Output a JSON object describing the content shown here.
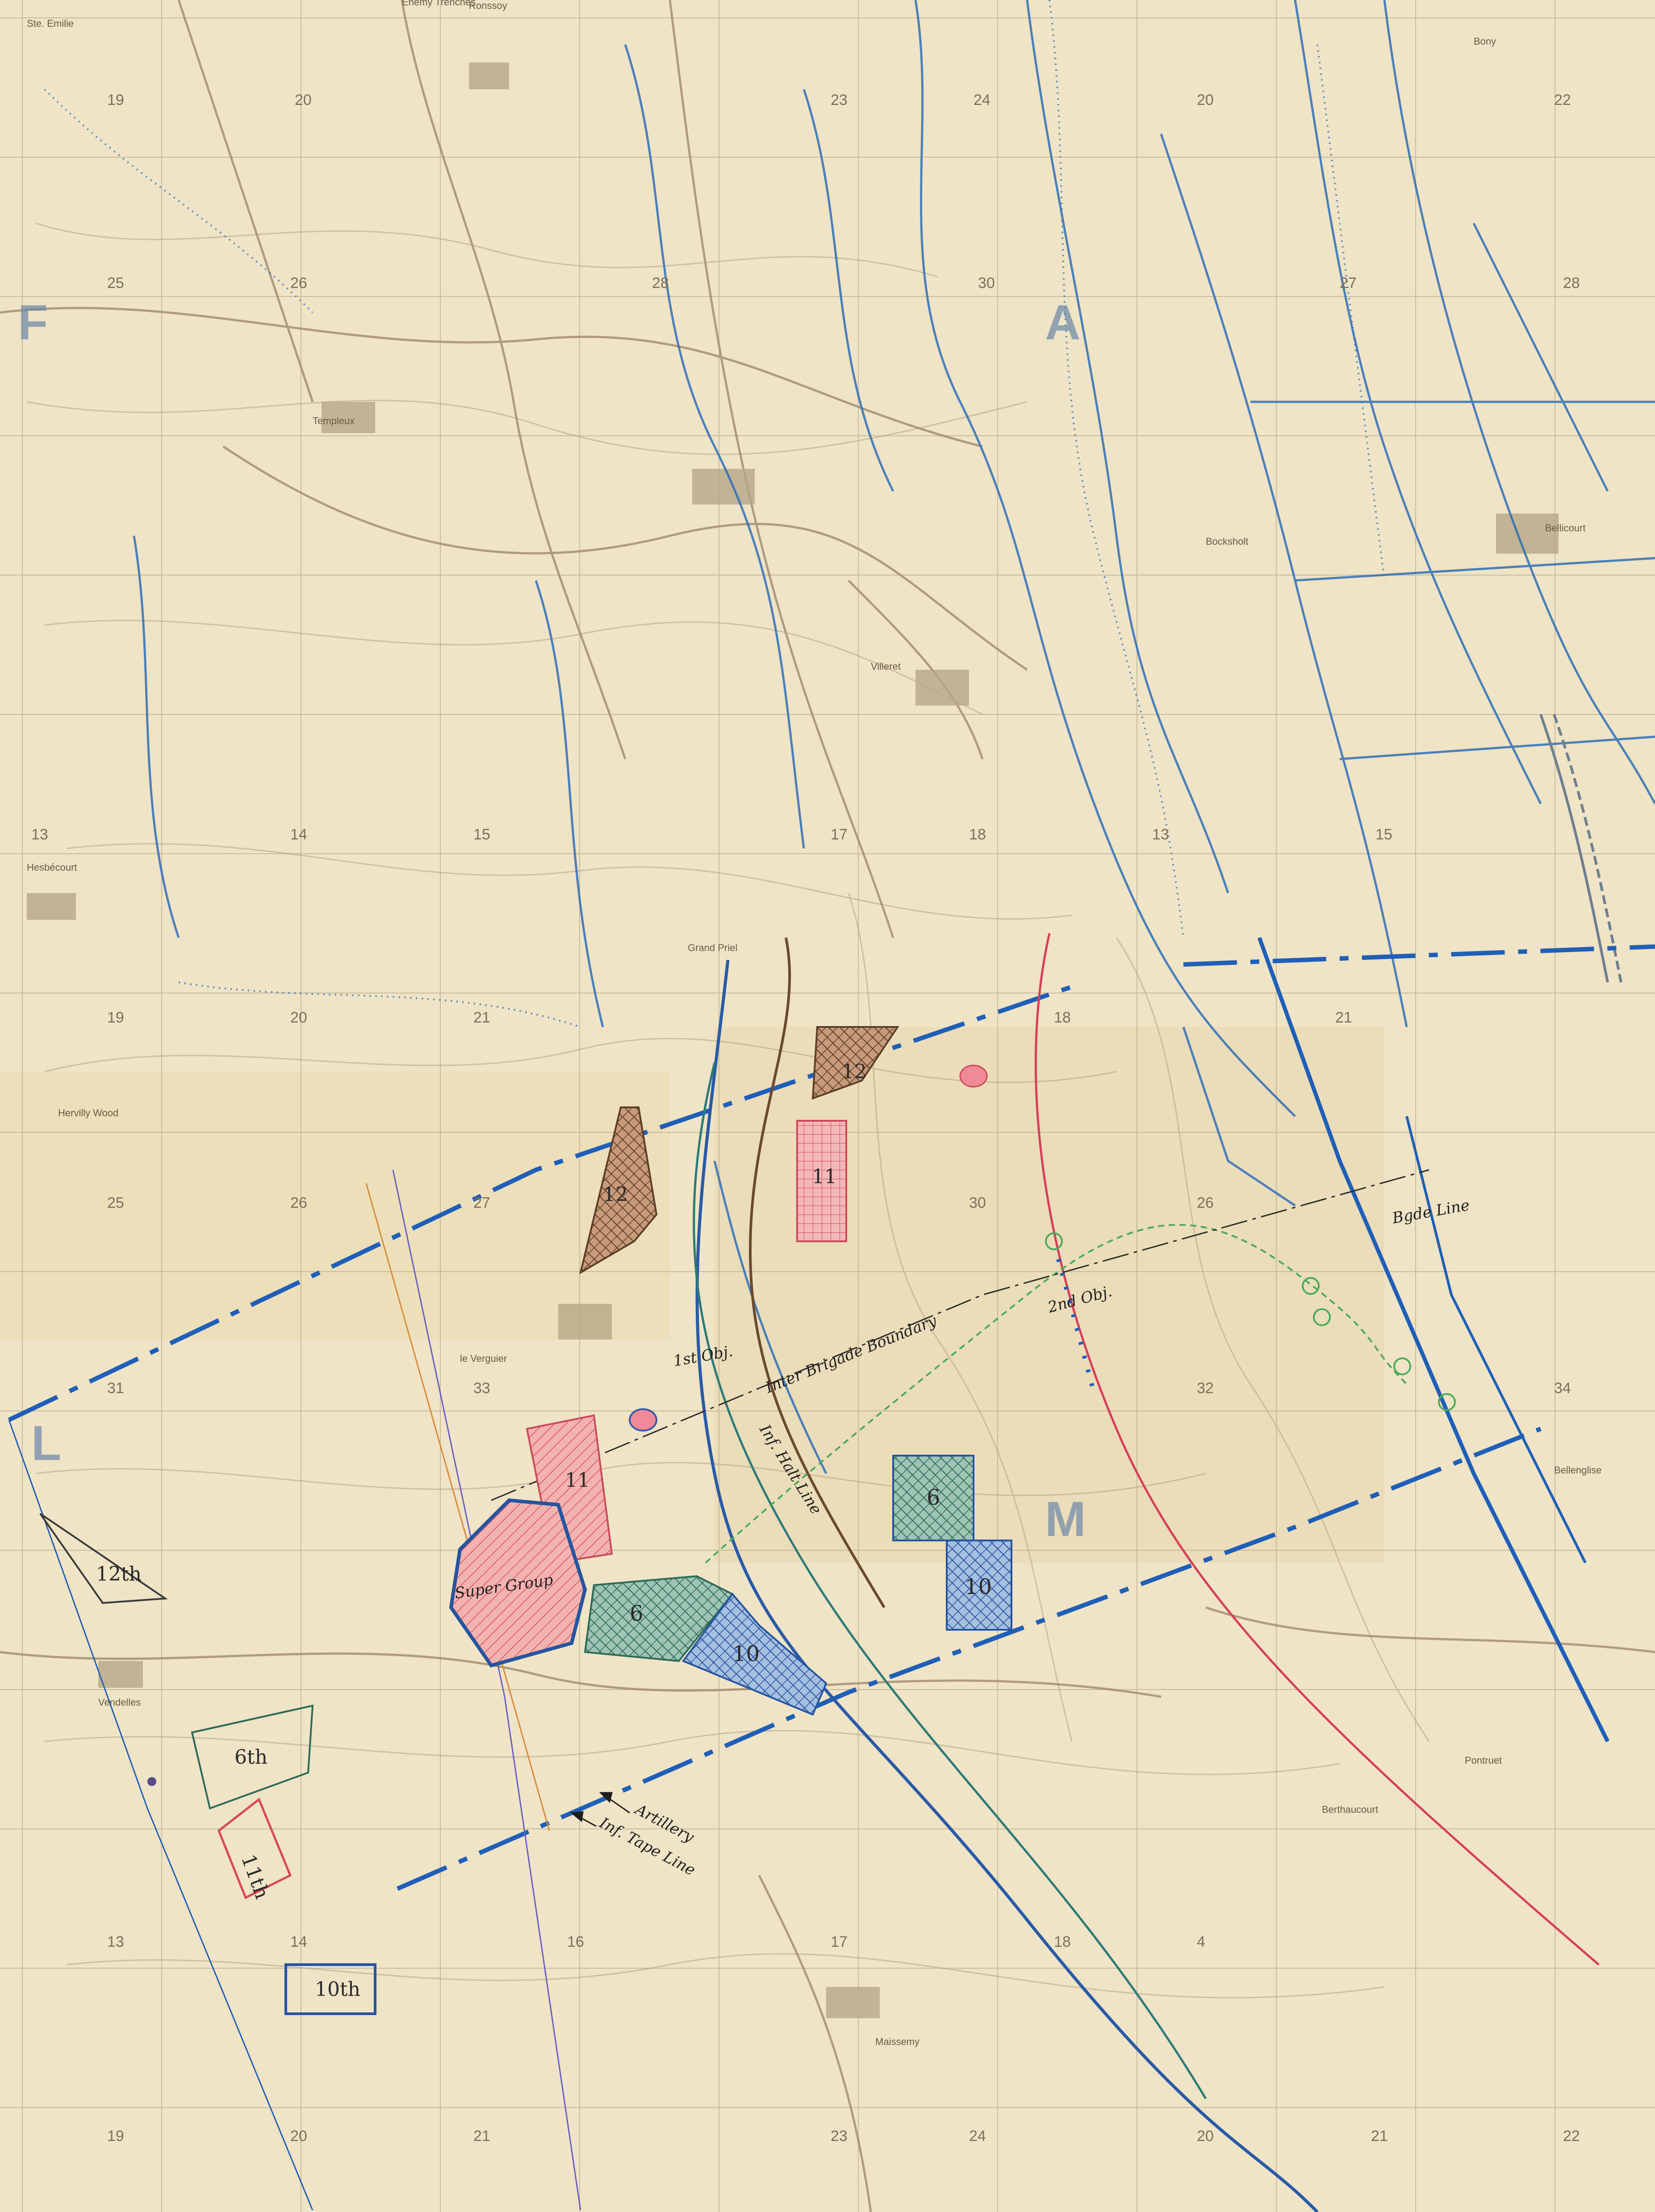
{
  "map": {
    "header_text": "Enemy Trenches",
    "grid_numbers_top": [
      "19",
      "20",
      "23",
      "24",
      "20",
      "22"
    ],
    "grid_numbers_upper": [
      "25",
      "26",
      "28",
      "30",
      "27",
      "28"
    ],
    "grid_numbers_mid": [
      "13",
      "14",
      "15",
      "17",
      "18",
      "13",
      "15"
    ],
    "grid_numbers_lower": [
      "19",
      "20",
      "21",
      "18",
      "21"
    ],
    "grid_numbers_low": [
      "25",
      "26",
      "27",
      "30",
      "26"
    ],
    "grid_numbers_bottom_mid": [
      "31",
      "33",
      "32",
      "34"
    ],
    "grid_numbers_bottom": [
      "19",
      "20",
      "21",
      "23",
      "24",
      "20",
      "21",
      "22",
      "13",
      "14",
      "16",
      "17",
      "18",
      "4"
    ],
    "sheet_letters": [
      "A",
      "L",
      "F",
      "M"
    ],
    "places": [
      "Ste. Emilie",
      "Templeux",
      "Villeret",
      "Hesbécourt",
      "Bellicourt",
      "Bony",
      "Vendelles",
      "Grand Priel",
      "le Verguier",
      "Pontruet",
      "Bellenglise",
      "Maissemy",
      "Berthaucourt",
      "Hervilly Wood",
      "Bocksholt",
      "Ronssoy"
    ]
  },
  "annotations": {
    "objective_1": "1st Obj.",
    "objective_2": "2nd Obj.",
    "brigade_boundary": "Inter Brigade Boundary",
    "inf_halt_line": "Inf. Halt Line",
    "artillery": "Artillery",
    "inf_tape_line": "Inf. Tape Line",
    "objective_line": "Bgde Line",
    "super_group": "Super Group"
  },
  "units": {
    "u12_top": "12",
    "u11_top": "11",
    "u12_left": "12",
    "u11_mid": "11",
    "u6_mid": "6",
    "u10_mid": "10",
    "u6_right": "6",
    "u10_right": "10",
    "u12th": "12th",
    "u6th": "6th",
    "u11th": "11th",
    "u10th": "10th"
  },
  "colors": {
    "paper": "#efe4c6",
    "trench_blue": "#2f6fb8",
    "road_brown": "#a08a6c",
    "red_hatch": "#e0555a",
    "brown_hatch": "#7a5a3a",
    "green_hatch": "#3e7a6a",
    "blue_hatch": "#2d5fa8",
    "pink_line": "#d6405a",
    "green_route": "#4caa5a"
  }
}
